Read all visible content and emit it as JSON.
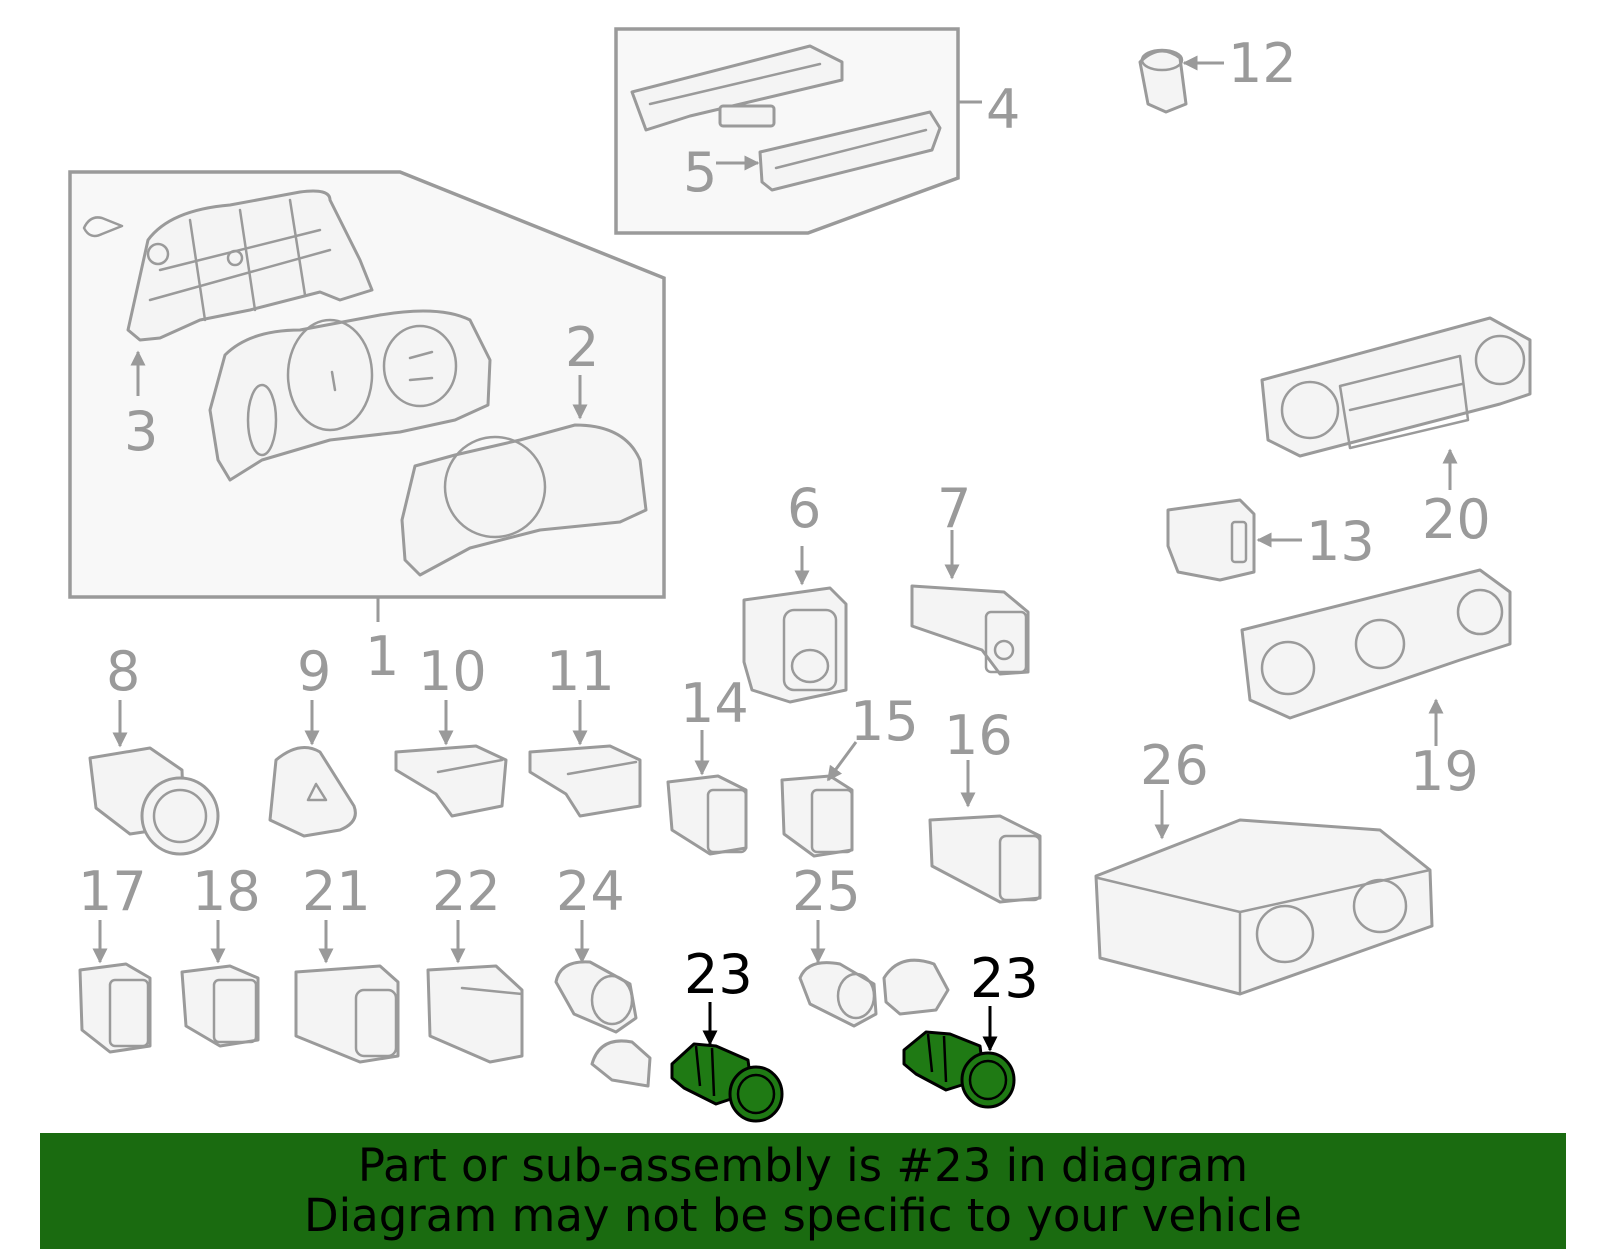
{
  "diagram": {
    "callouts": {
      "c1": "1",
      "c2": "2",
      "c3": "3",
      "c4": "4",
      "c5": "5",
      "c6": "6",
      "c7": "7",
      "c8": "8",
      "c9": "9",
      "c10": "10",
      "c11": "11",
      "c12": "12",
      "c13": "13",
      "c14": "14",
      "c15": "15",
      "c16": "16",
      "c17": "17",
      "c18": "18",
      "c19": "19",
      "c20": "20",
      "c21": "21",
      "c22": "22",
      "c23a": "23",
      "c23b": "23",
      "c24": "24",
      "c25": "25",
      "c26": "26"
    },
    "highlight_color": "#1f7a14",
    "line_color": "#9a9a9a"
  },
  "banner": {
    "line1": "Part or sub-assembly is #23 in diagram",
    "line2": "Diagram may not be specific to your vehicle",
    "background": "#1a6b10"
  }
}
